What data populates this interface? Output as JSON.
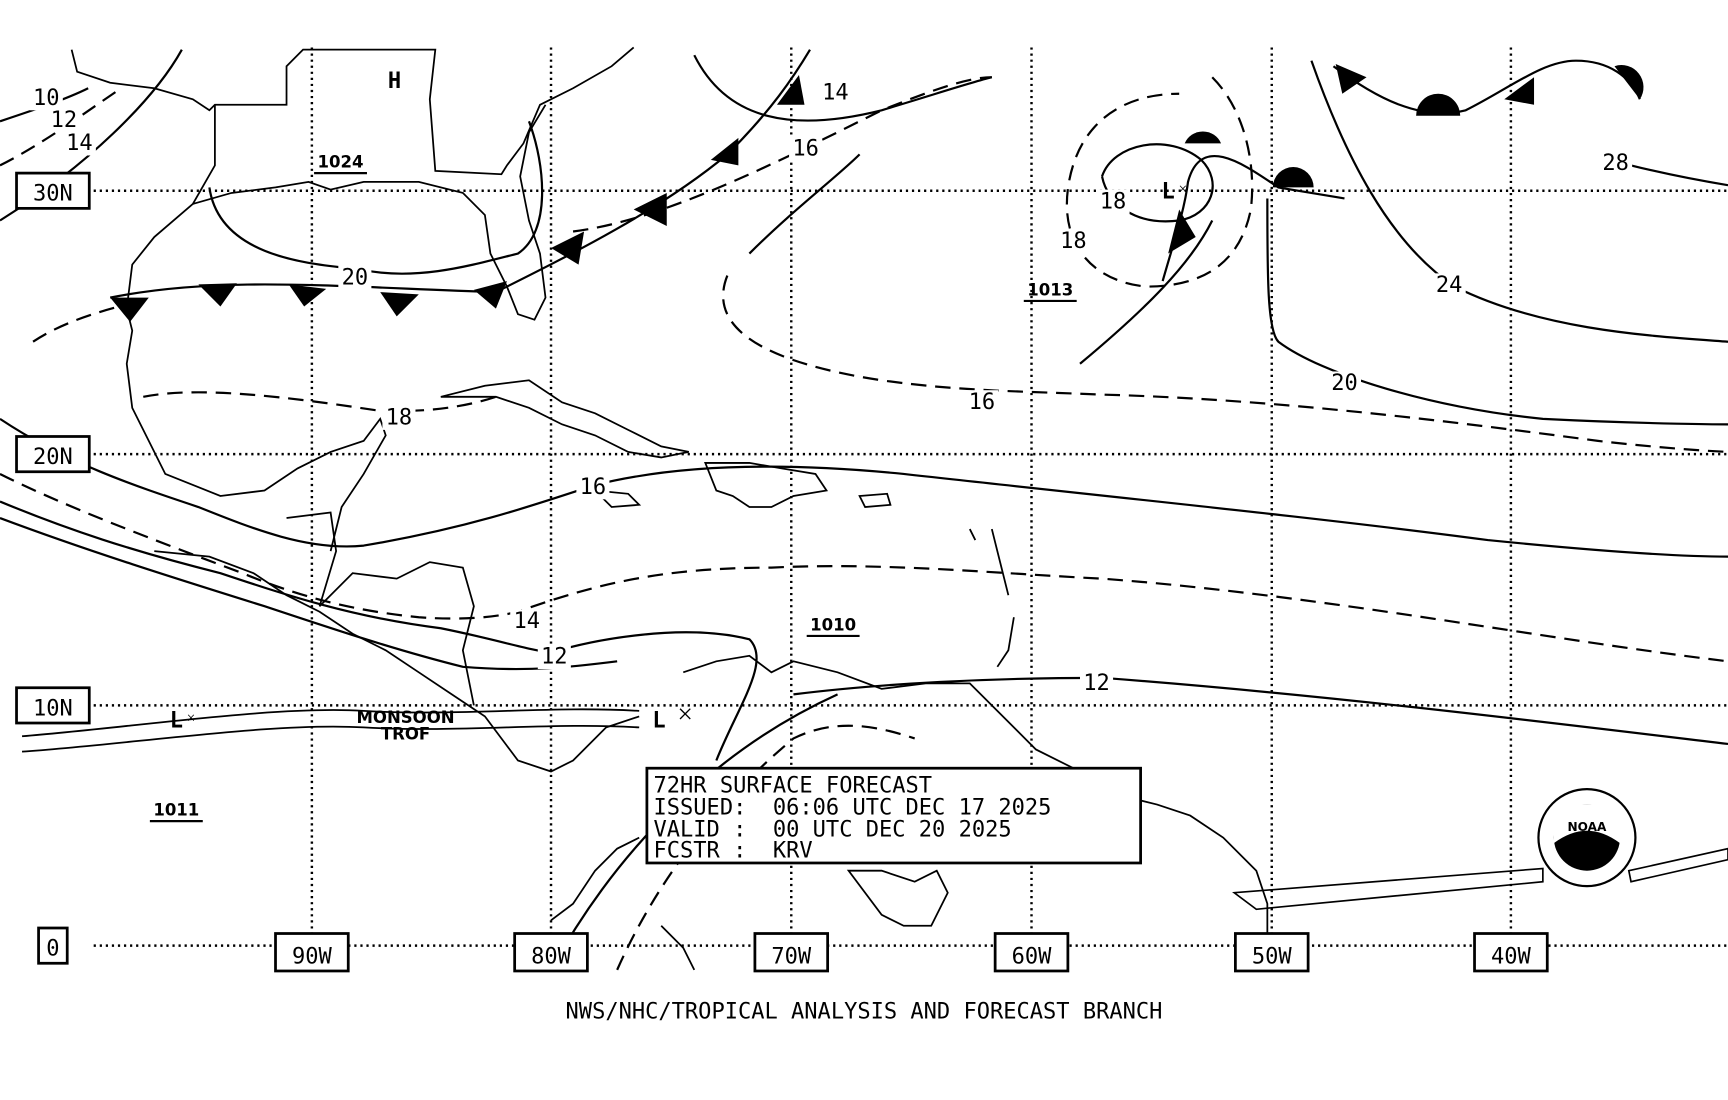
{
  "map": {
    "latitude_labels": [
      "30N",
      "20N",
      "10N",
      "0"
    ],
    "longitude_labels": [
      "90W",
      "80W",
      "70W",
      "60W",
      "50W",
      "40W"
    ],
    "isobar_labels": [
      "10",
      "12",
      "14",
      "20",
      "16",
      "14",
      "18",
      "16",
      "18",
      "16",
      "14",
      "12",
      "12",
      "18",
      "24",
      "20",
      "28"
    ],
    "pressure_centers": {
      "high_symbol": "H",
      "low_symbol": "L",
      "high_value": "1024",
      "atlantic_value": "1013",
      "caribbean_value": "1010",
      "pacific_value": "1011"
    },
    "monsoon_label": [
      "MONSOON",
      "TROF"
    ]
  },
  "forecast_box": {
    "title": "72HR SURFACE FORECAST",
    "issued": "ISSUED:  06:06 UTC DEC 17 2025",
    "valid": "VALID :  00 UTC DEC 20 2025",
    "forecaster": "FCSTR :  KRV"
  },
  "footer": "NWS/NHC/TROPICAL ANALYSIS AND FORECAST BRANCH",
  "logo_text": "NOAA"
}
